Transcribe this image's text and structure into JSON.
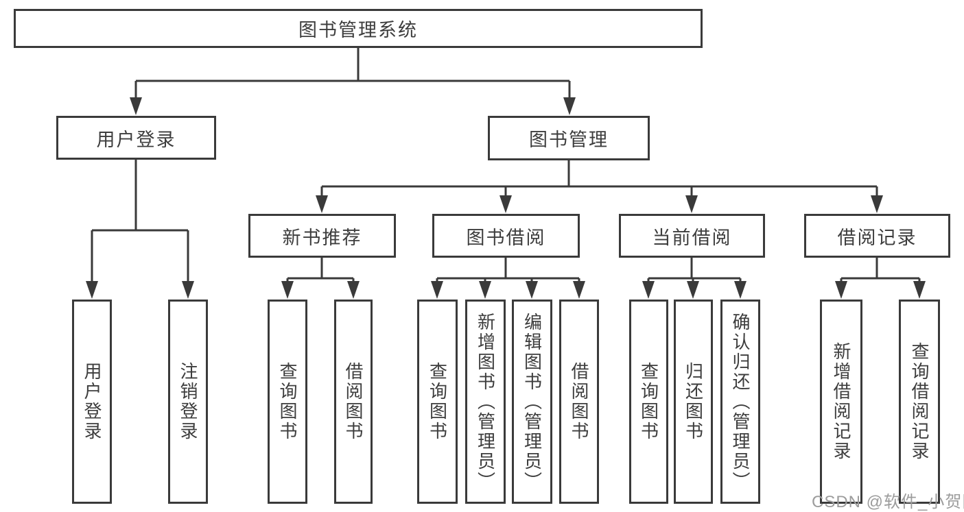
{
  "tree": {
    "root": {
      "label": "图书管理系统"
    },
    "branches": [
      {
        "label": "用户登录",
        "leaves": [
          {
            "label": "用户登录"
          },
          {
            "label": "注销登录"
          }
        ]
      },
      {
        "label": "图书管理",
        "sections": [
          {
            "label": "新书推荐",
            "leaves": [
              {
                "label": "查询图书"
              },
              {
                "label": "借阅图书"
              }
            ]
          },
          {
            "label": "图书借阅",
            "leaves": [
              {
                "label": "查询图书"
              },
              {
                "label": "新增图书（管理员）"
              },
              {
                "label": "编辑图书（管理员）"
              },
              {
                "label": "借阅图书"
              }
            ]
          },
          {
            "label": "当前借阅",
            "leaves": [
              {
                "label": "查询图书"
              },
              {
                "label": "归还图书"
              },
              {
                "label": "确认归还（管理员）"
              }
            ]
          },
          {
            "label": "借阅记录",
            "leaves": [
              {
                "label": "新增借阅记录"
              },
              {
                "label": "查询借阅记录"
              }
            ]
          }
        ]
      }
    ]
  },
  "watermark": {
    "text": "CSDN @软件_小贺同学"
  },
  "colors": {
    "line": "#3a3a3a",
    "box_border": "#3a3a3a",
    "text": "#3d3d3d",
    "watermark": "#9c9c9c",
    "background": "#ffffff"
  }
}
